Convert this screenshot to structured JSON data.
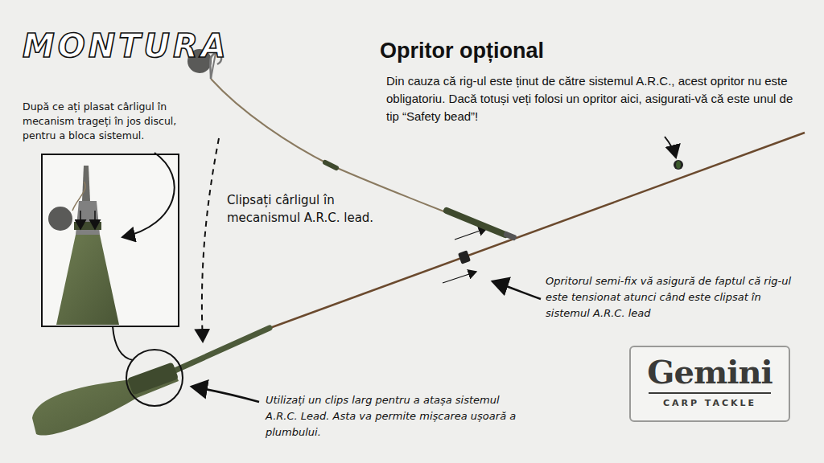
{
  "diagram": {
    "title": "MONTURA",
    "nodes": [
      {
        "text": [
          "Gemini",
          "CARP TACKLE"
        ]
      }
    ],
    "labels": [
      "Opritor opțional",
      "Din cauza că rig-ul este ținut de către sistemul A.R.C., acest opritor nu este obligatoriu. Dacă totuși veți folosi un opritor aici, asigurati-vă că este unul de tip “Safety bead”!",
      "După ce ați plasat cârligul în mecanism trageți în jos discul, pentru a bloca sistemul.",
      "Clipsați cârligul în mecanismul A.R.C. lead.",
      "Opritorul semi-fix vă asigură de faptul că rig-ul este tensionat atunci când este clipsat în sistemul A.R.C. lead",
      "Utilizați un clips larg pentru a atașa sistemul A.R.C. Lead. Asta va permite mișcarea ușoară a plumbului."
    ]
  }
}
